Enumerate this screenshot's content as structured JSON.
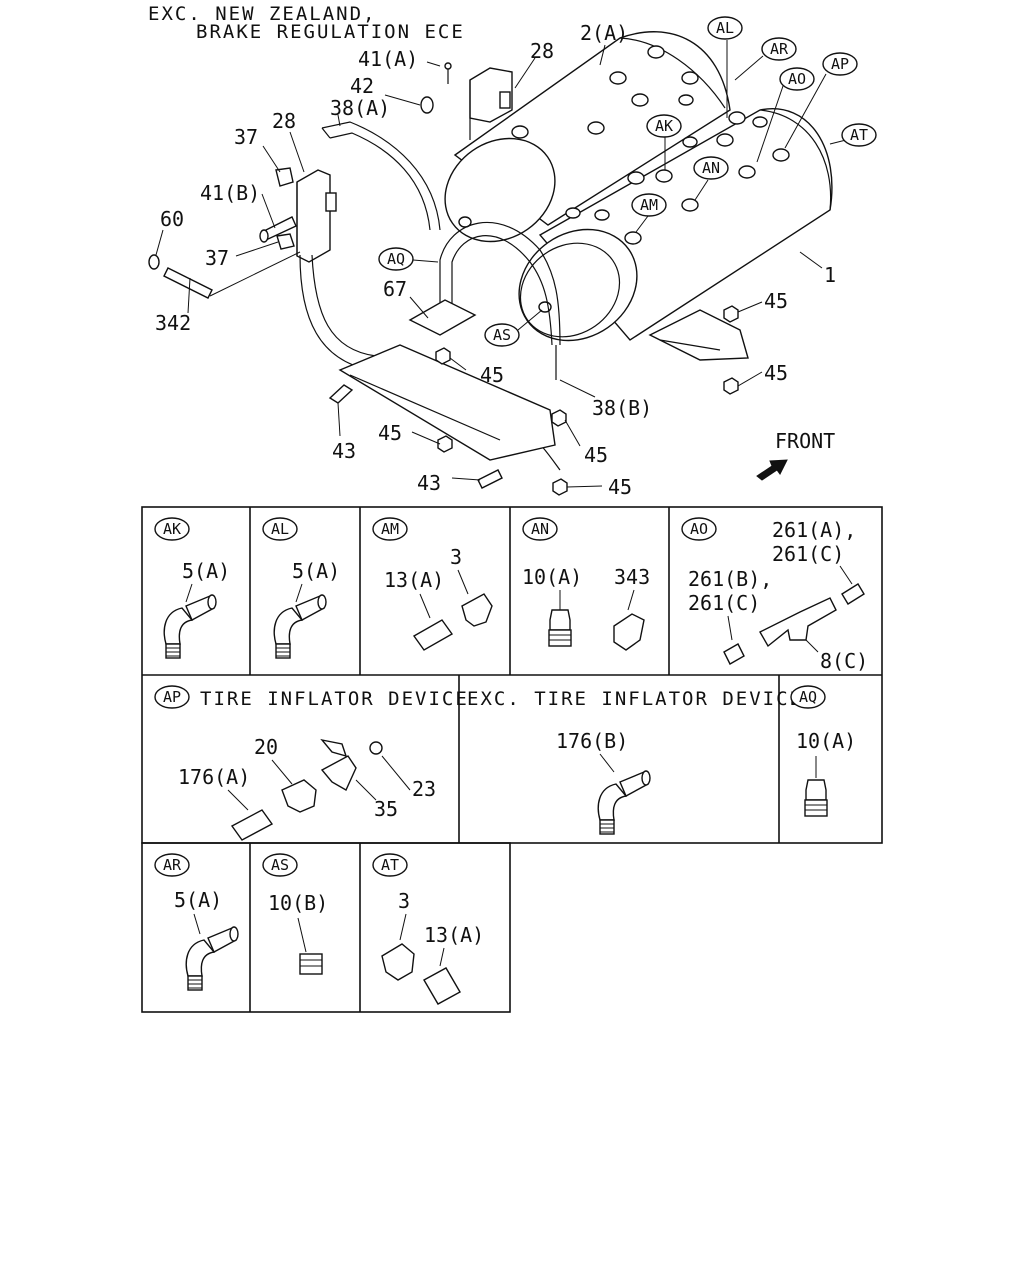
{
  "header": {
    "line1": "EXC. NEW ZEALAND,",
    "line2": "BRAKE REGULATION ECE"
  },
  "main_diagram": {
    "callouts": {
      "c2a": "2(A)",
      "c28_top": "28",
      "c41a": "41(A)",
      "c42": "42",
      "c38a": "38(A)",
      "c28_left": "28",
      "c37_top": "37",
      "c41b": "41(B)",
      "c60": "60",
      "c37_bottom": "37",
      "c342": "342",
      "c67": "67",
      "c45_mid": "45",
      "c43_left": "43",
      "c45_low_left": "45",
      "c43_bottom": "43",
      "c45_bottom": "45",
      "c45_clamp": "45",
      "c38b": "38(B)",
      "c45_right_top": "45",
      "c45_right_bottom": "45",
      "c1": "1"
    },
    "tags": {
      "al": "AL",
      "ar": "AR",
      "ao": "AO",
      "ap": "AP",
      "ak": "AK",
      "an": "AN",
      "am": "AM",
      "at": "AT",
      "aq": "AQ",
      "as": "AS"
    },
    "front_label": "FRONT"
  },
  "detail_panels": {
    "ak": {
      "tag": "AK",
      "part": "5(A)"
    },
    "al": {
      "tag": "AL",
      "part": "5(A)"
    },
    "am": {
      "tag": "AM",
      "part_a": "13(A)",
      "part_b": "3"
    },
    "an": {
      "tag": "AN",
      "part_a": "10(A)",
      "part_b": "343"
    },
    "ao": {
      "tag": "AO",
      "part_a1": "261(A),",
      "part_a2": "261(C)",
      "part_b1": "261(B),",
      "part_b2": "261(C)",
      "part_c": "8(C)"
    },
    "ap": {
      "tag": "AP",
      "title": "TIRE INFLATOR DEVICE",
      "part_20": "20",
      "part_176a": "176(A)",
      "part_23": "23",
      "part_35": "35"
    },
    "exc": {
      "title": "EXC. TIRE INFLATOR DEVICE",
      "part": "176(B)"
    },
    "aq": {
      "tag": "AQ",
      "part": "10(A)"
    },
    "ar": {
      "tag": "AR",
      "part": "5(A)"
    },
    "as": {
      "tag": "AS",
      "part": "10(B)"
    },
    "at": {
      "tag": "AT",
      "part_a": "3",
      "part_b": "13(A)"
    }
  }
}
